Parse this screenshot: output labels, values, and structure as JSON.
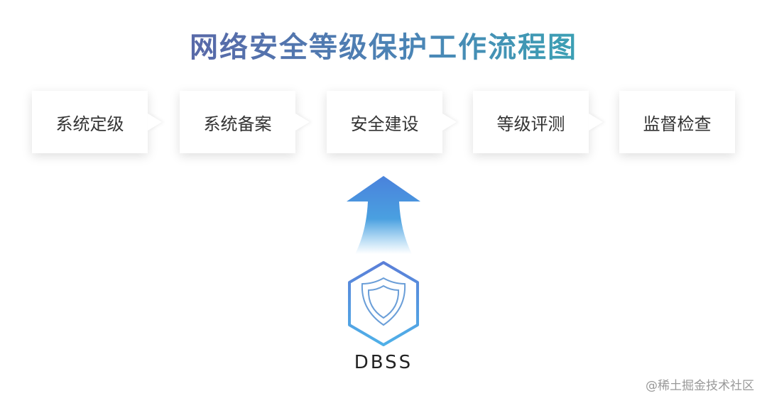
{
  "title": "网络安全等级保护工作流程图",
  "steps": [
    "系统定级",
    "系统备案",
    "安全建设",
    "等级评测",
    "监督检查"
  ],
  "badge_label": "DBSS",
  "badge_icon": "shield-icon",
  "watermark": "@稀土掘金技术社区",
  "colors": {
    "arrow": "#4a86dc",
    "hexagon": "#5aa0e0",
    "title_start": "#5b64a6",
    "title_end": "#38a6b3"
  }
}
